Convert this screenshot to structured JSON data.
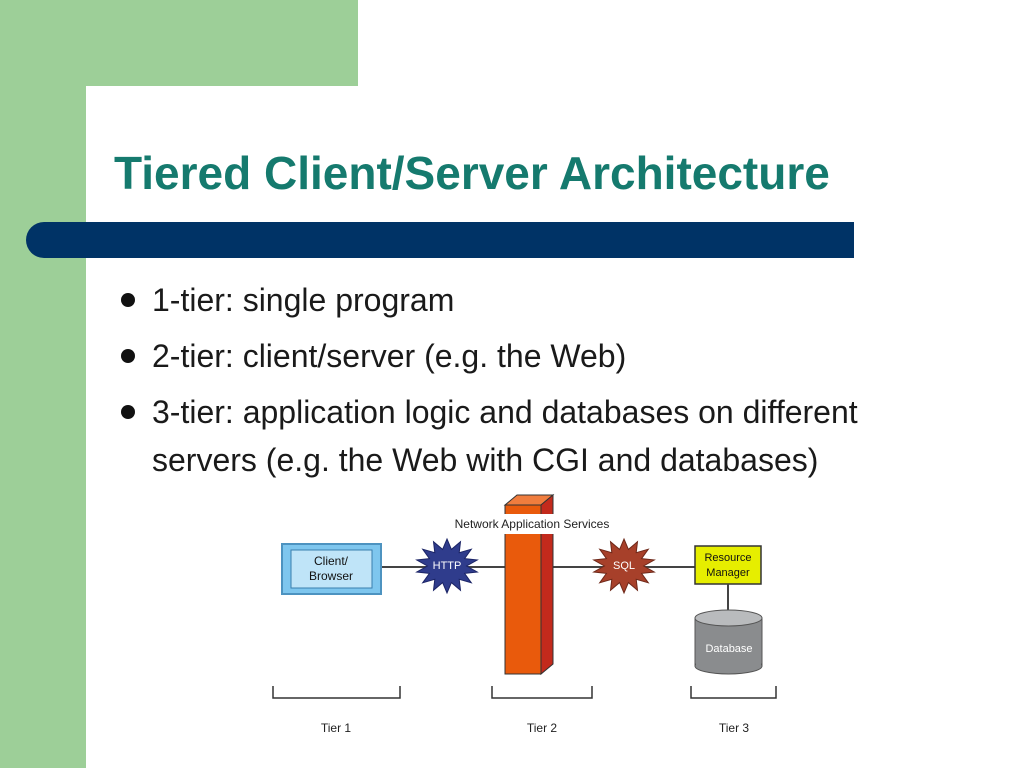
{
  "title": "Tiered Client/Server Architecture",
  "bullets": [
    "1-tier: single program",
    "2-tier: client/server (e.g. the Web)",
    "3-tier: application logic and databases on different servers (e.g. the Web with CGI and databases)"
  ],
  "diagram": {
    "header": "Network Application Services",
    "client": [
      "Client/",
      "Browser"
    ],
    "http": "HTTP",
    "sql": "SQL",
    "resource": [
      "Resource",
      "Manager"
    ],
    "database": "Database",
    "tiers": [
      "Tier 1",
      "Tier 2",
      "Tier 3"
    ]
  },
  "colors": {
    "green": "#9dcf98",
    "title": "#157a6e",
    "bar": "#003366",
    "client": "#7ec6ee",
    "server": "#e95a0c",
    "http": "#2f3c8c",
    "sql": "#a7402a",
    "resource": "#e6ee00",
    "database": "#8a8c8e"
  }
}
